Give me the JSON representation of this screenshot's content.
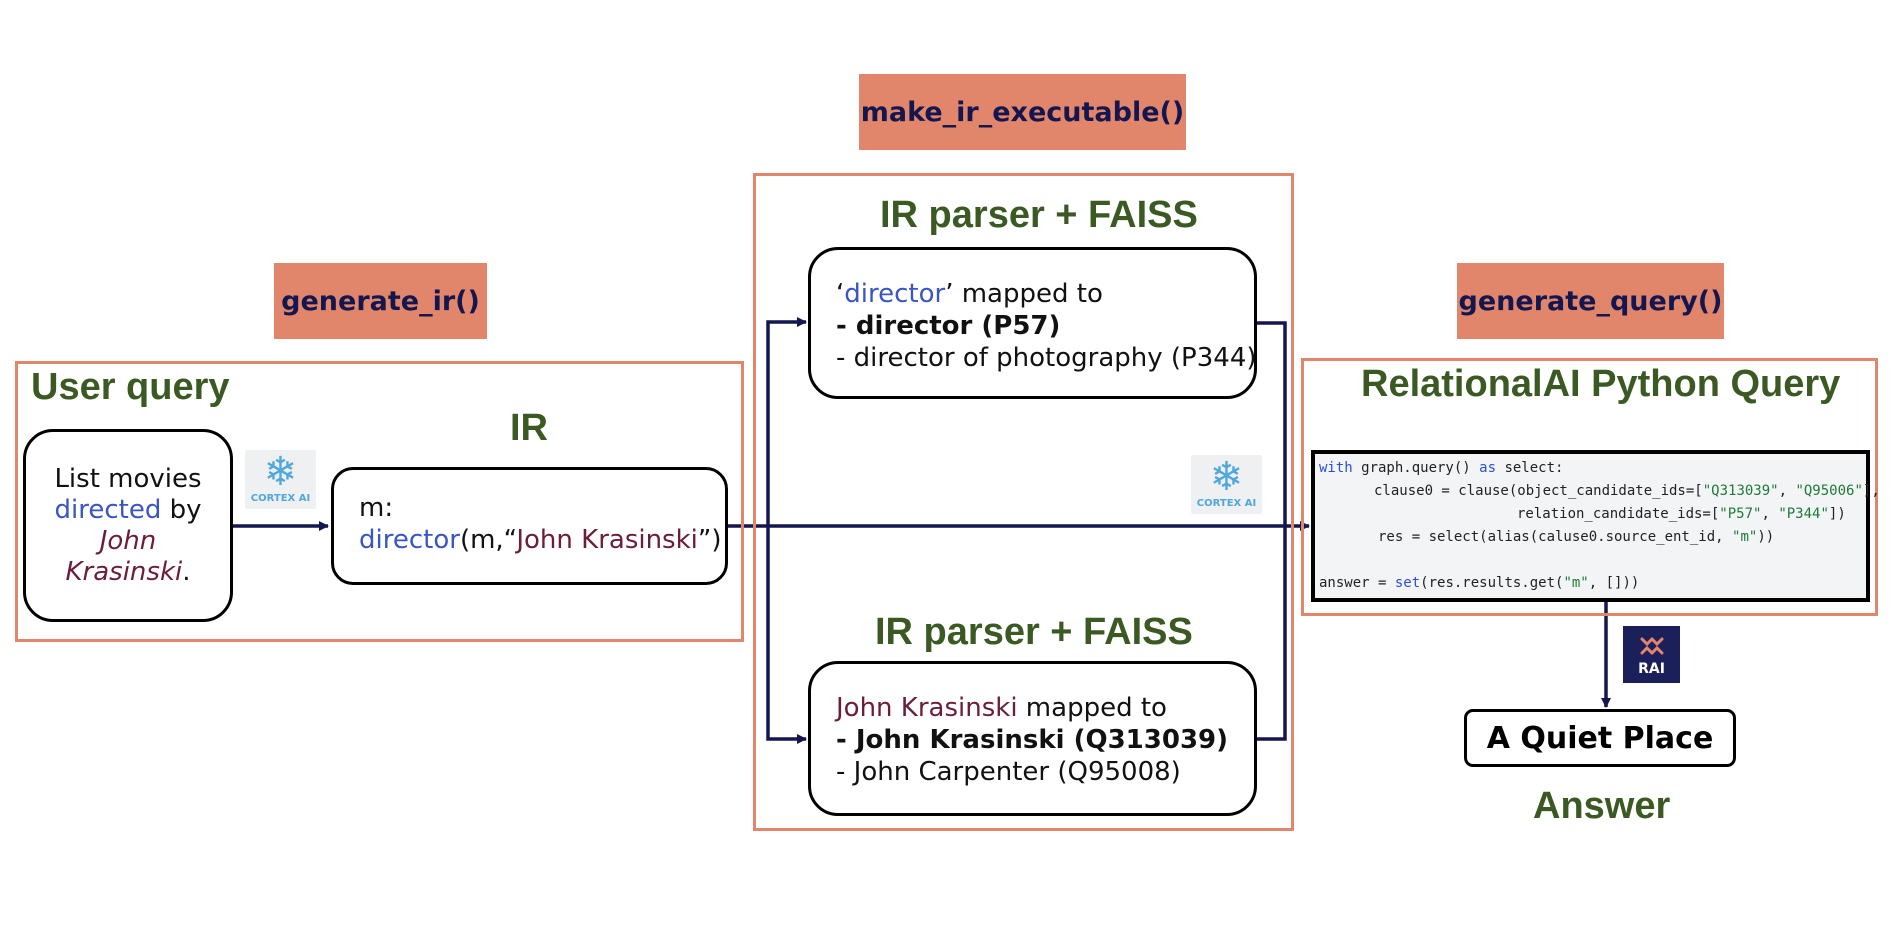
{
  "labels": {
    "make_ir": "make_ir_executable()",
    "generate_ir": "generate_ir()",
    "generate_query": "generate_query()"
  },
  "user_query": {
    "title": "User query",
    "line1": "List movies",
    "w_directed": "directed",
    "w_by": "by",
    "w_john": "John",
    "w_krasinski": "Krasinski",
    "w_period": "."
  },
  "ir": {
    "title": "IR",
    "line1": "m:",
    "fn": "director",
    "open": "(m,“",
    "name": "John Krasinski",
    "close": "”)"
  },
  "parser_top": {
    "title": "IR parser + FAISS",
    "q_open": "‘",
    "q_word": "director",
    "q_close": "’ mapped to",
    "opt1": "- director (P57)",
    "opt2": "- director of photography (P344)"
  },
  "parser_bottom": {
    "title": "IR parser + FAISS",
    "q_word": "John Krasinski",
    "q_rest": " mapped to",
    "opt1": "- John Krasinski (Q313039)",
    "opt2": "- John Carpenter (Q95008)"
  },
  "query": {
    "title": "RelationalAI Python Query",
    "code": {
      "l1_kw1": "with",
      "l1_mid": " graph.query() ",
      "l1_kw2": "as",
      "l1_end": " select:",
      "l2_a": "clause0 = clause(object_candidate_ids=[",
      "l2_s1": "\"Q313039\"",
      "l2_c": ", ",
      "l2_s2": "\"Q95006\"",
      "l2_e": "],",
      "l3_a": "relation_candidate_ids=[",
      "l3_s1": "\"P57\"",
      "l3_c": ", ",
      "l3_s2": "\"P344\"",
      "l3_e": "])",
      "l4_a": "res = select(alias(caluse0.source_ent_id, ",
      "l4_s": "\"m\"",
      "l4_e": "))",
      "l5_a": "answer = ",
      "l5_kw": "set",
      "l5_b": "(res.results.get(",
      "l5_s": "\"m\"",
      "l5_e": ", []))"
    }
  },
  "answer": {
    "value": "A Quiet Place",
    "title": "Answer"
  },
  "cortex_text": "CORTEX AI",
  "rai_text": "RAI",
  "colors": {
    "accent": "#e2866b",
    "title_green": "#3b5a23",
    "arrow_navy": "#14174f",
    "word_blue": "#3a55c6",
    "word_maroon": "#6b1d3c"
  }
}
